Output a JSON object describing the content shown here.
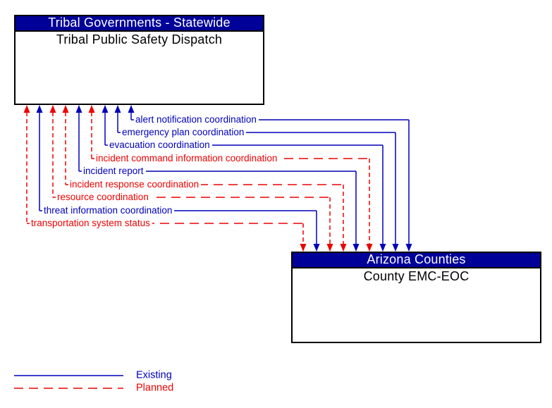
{
  "diagram": {
    "source_box": {
      "header": "Tribal Governments - Statewide",
      "body": "Tribal Public Safety Dispatch"
    },
    "dest_box": {
      "header": "Arizona Counties",
      "body": "County EMC-EOC"
    },
    "flows": [
      {
        "label": "alert notification coordination",
        "status": "existing"
      },
      {
        "label": "emergency plan coordination",
        "status": "existing"
      },
      {
        "label": "evacuation coordination",
        "status": "existing"
      },
      {
        "label": "incident command information coordination",
        "status": "planned"
      },
      {
        "label": "incident report",
        "status": "existing"
      },
      {
        "label": "incident response coordination",
        "status": "planned"
      },
      {
        "label": "resource coordination",
        "status": "planned"
      },
      {
        "label": "threat information coordination",
        "status": "existing"
      },
      {
        "label": "transportation system status",
        "status": "planned"
      }
    ],
    "legend": [
      {
        "label": "Existing",
        "status": "existing"
      },
      {
        "label": "Planned",
        "status": "planned"
      }
    ],
    "colors": {
      "existing": "#0000bb",
      "planned": "#ee0000",
      "header_bg": "#000099",
      "header_text": "#ffffff",
      "box_border": "#000000",
      "body_text": "#000000",
      "background": "#ffffff"
    }
  }
}
